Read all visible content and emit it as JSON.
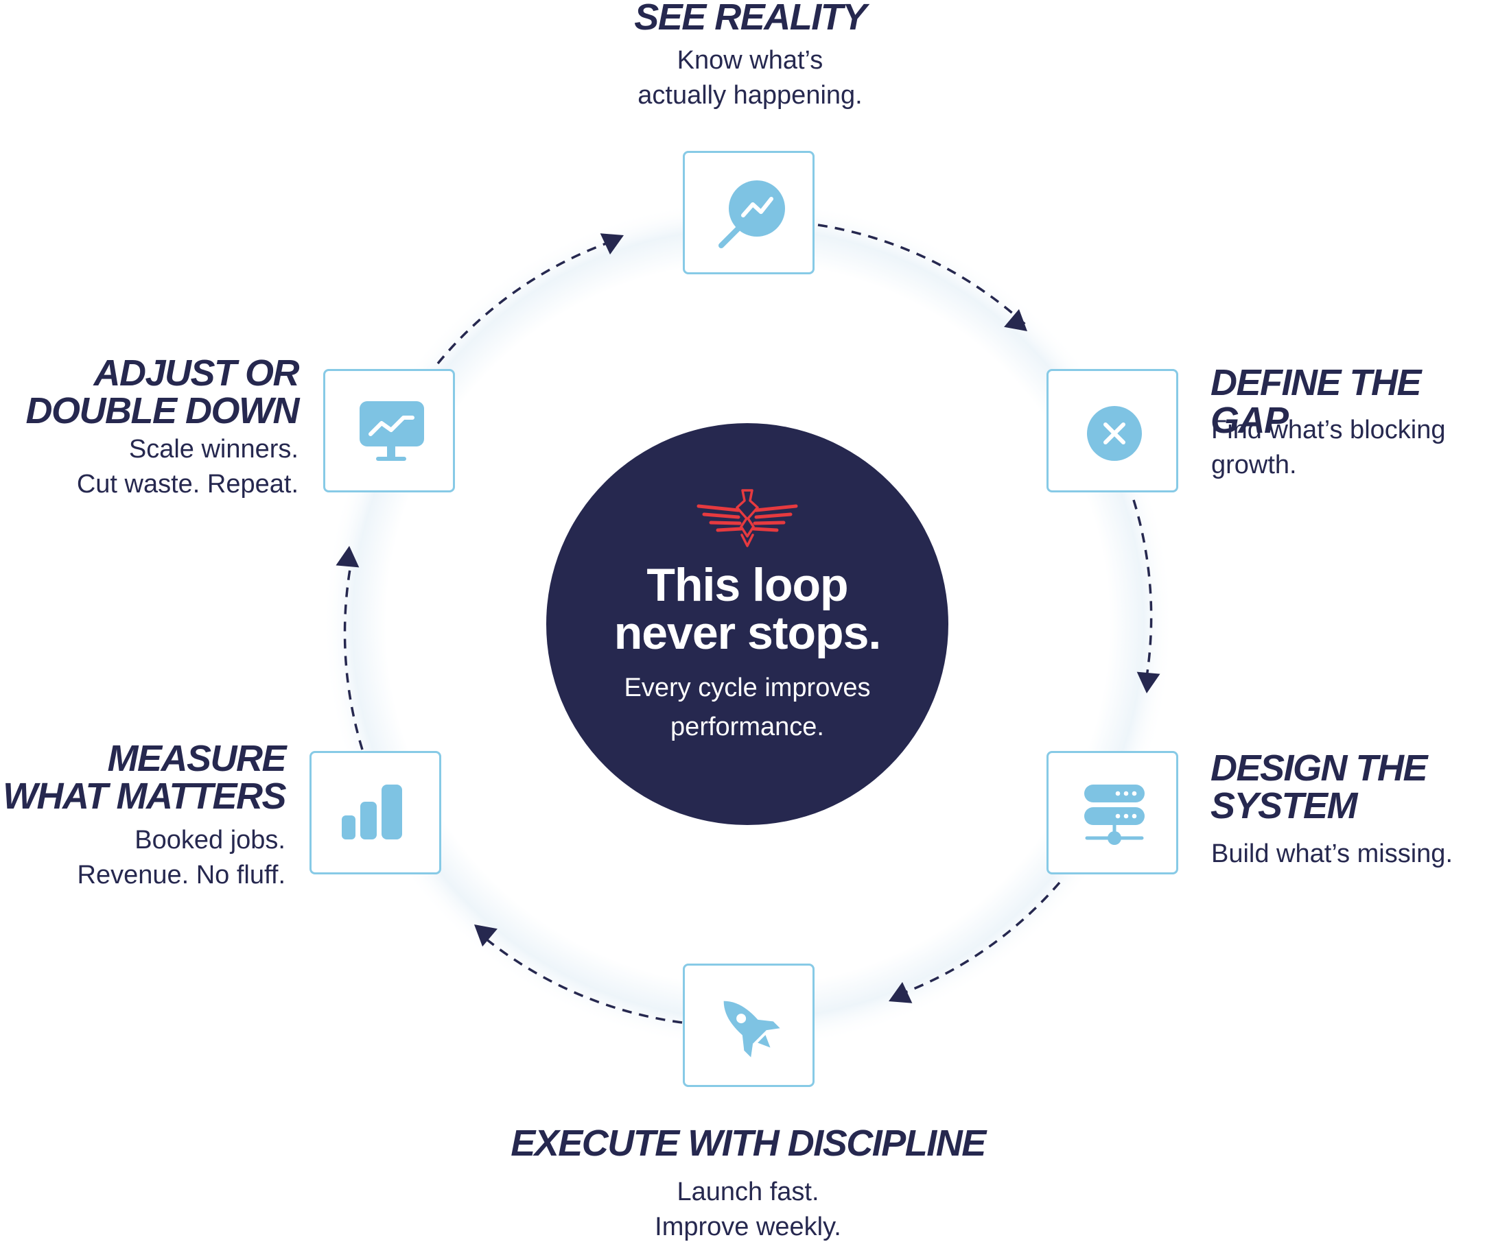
{
  "steps": [
    {
      "id": "see-reality",
      "title": "SEE REALITY",
      "description": "Know what’s\nactually happening.",
      "icon": "magnifier-trend-icon"
    },
    {
      "id": "define-the-gap",
      "title": "DEFINE THE GAP",
      "description": "Find what’s blocking\ngrowth.",
      "icon": "close-circle-icon"
    },
    {
      "id": "design-the-system",
      "title": "DESIGN THE\nSYSTEM",
      "description": "Build what’s missing.",
      "icon": "server-stack-icon"
    },
    {
      "id": "execute-with-discipline",
      "title": "EXECUTE WITH DISCIPLINE",
      "description": "Launch fast.\nImprove weekly.",
      "icon": "rocket-icon"
    },
    {
      "id": "measure-what-matters",
      "title": "MEASURE\nWHAT MATTERS",
      "description": "Booked jobs.\nRevenue. No fluff.",
      "icon": "bar-chart-icon"
    },
    {
      "id": "adjust-or-double-down",
      "title": "ADJUST OR\nDOUBLE DOWN",
      "description": "Scale winners.\nCut waste. Repeat.",
      "icon": "monitor-trend-icon"
    }
  ],
  "center": {
    "title": "This loop\nnever stops.",
    "subtitle": "Every cycle improves\nperformance.",
    "logo": "winged-emblem-icon"
  },
  "colors": {
    "navy": "#26284f",
    "icon_blue": "#7ec3e3",
    "border_blue": "#87cae6",
    "logo_red": "#e63a3f",
    "ring_glow": "#eef5fa"
  }
}
